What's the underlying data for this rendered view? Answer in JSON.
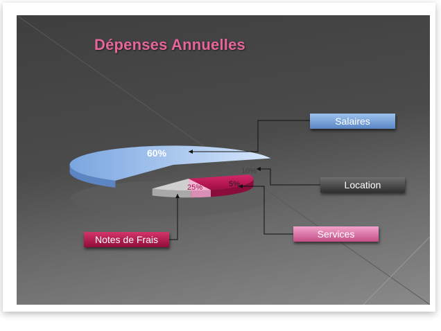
{
  "chart_data": {
    "type": "pie",
    "title": "Dépenses Annuelles",
    "categories": [
      "Salaires",
      "Location",
      "Services",
      "Notes de Frais"
    ],
    "values": [
      60,
      10,
      5,
      25
    ],
    "value_labels": [
      "60%",
      "10%",
      "5%",
      "25%"
    ],
    "colors": [
      "#8fb4e6",
      "#cfcfcf",
      "#f7b6d6",
      "#c21d57"
    ],
    "exploded": "Salaires",
    "view": "3d",
    "legend": "callout-boxes"
  }
}
